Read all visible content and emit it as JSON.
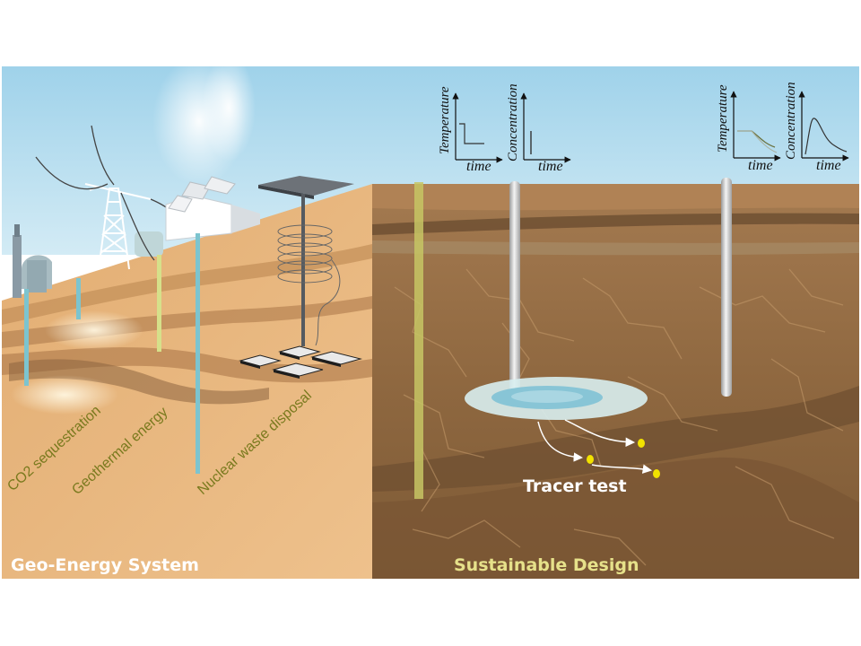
{
  "panels": {
    "left_title": "Geo-Energy System",
    "right_title": "Sustainable Design"
  },
  "applications": {
    "co2": "CO2 sequestration",
    "geothermal": "Geothermal energy",
    "nuclear": "Nuclear waste disposal"
  },
  "tracer_label": "Tracer test",
  "plots": {
    "left_temperature": {
      "ylabel": "Temperature",
      "xlabel": "time"
    },
    "left_concentration": {
      "ylabel": "Concentration",
      "xlabel": "time"
    },
    "right_temperature": {
      "ylabel": "Temperature",
      "xlabel": "time"
    },
    "right_concentration": {
      "ylabel": "Concentration",
      "xlabel": "time"
    }
  },
  "colors": {
    "sky_top": "#9fd2ea",
    "sky_bottom": "#cfe8f3",
    "sand": "#e8b77e",
    "soil": "#9a7148",
    "well_blue": "#7cc4cf",
    "well_yellow": "#d6e08a",
    "label_olive": "#7a7a1e",
    "tracer_dot": "#f2e200"
  }
}
